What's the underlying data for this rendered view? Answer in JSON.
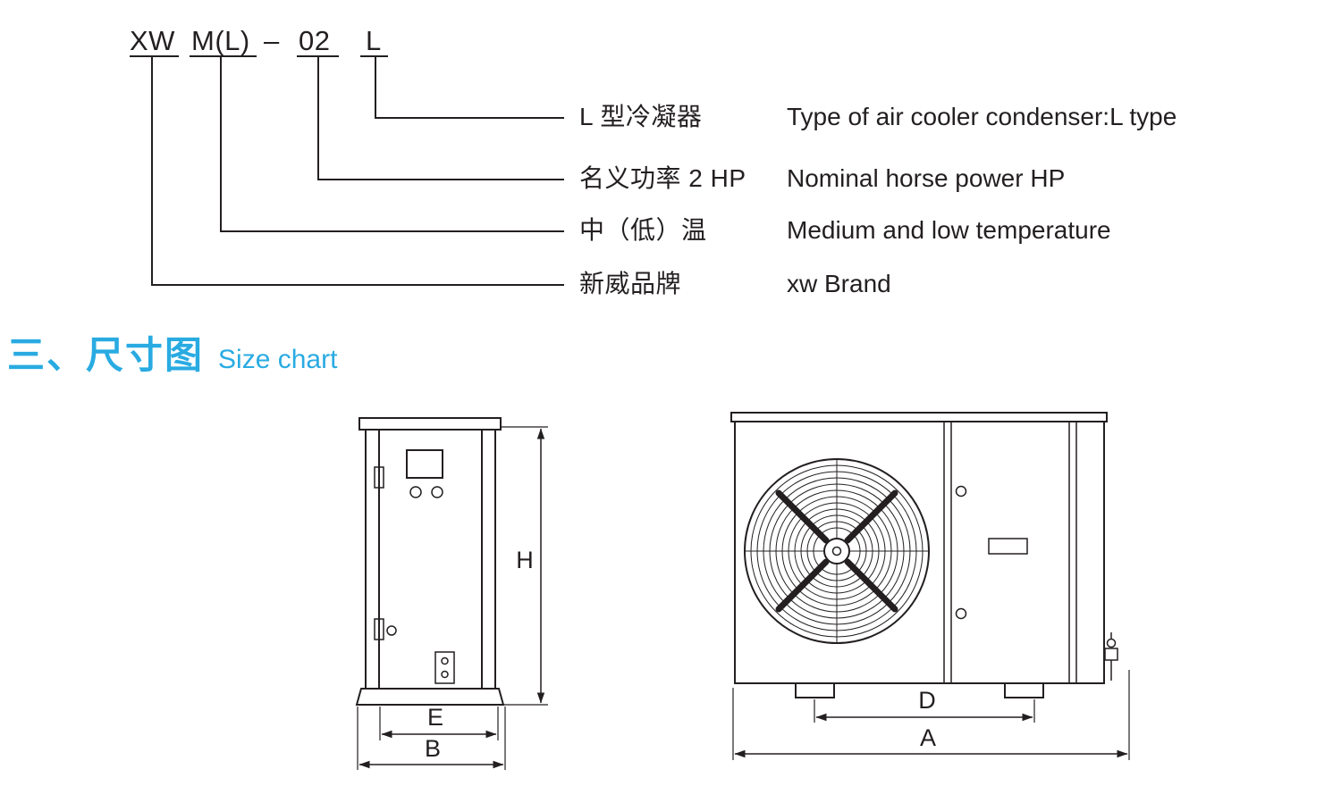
{
  "colors": {
    "ink": "#231f20",
    "accent_blue": "#29abe2",
    "background": "#ffffff"
  },
  "model_code": {
    "parts": [
      "XW",
      "M(L)",
      "–",
      "02",
      "L"
    ]
  },
  "breakdown_rows": [
    {
      "cn": "L 型冷凝器",
      "en": "Type of air cooler condenser:L type"
    },
    {
      "cn": "名义功率 2 HP",
      "en": "Nominal horse power HP"
    },
    {
      "cn": "中（低）温",
      "en": "Medium and low temperature"
    },
    {
      "cn": "新威品牌",
      "en": "xw Brand"
    }
  ],
  "section_header": {
    "cn": "三、尺寸图",
    "en": "Size chart"
  },
  "dimensions": {
    "side_view": {
      "height": "H",
      "base_inner_width": "E",
      "base_outer_width": "B"
    },
    "front_view": {
      "feet_span": "D",
      "overall_width": "A"
    }
  }
}
